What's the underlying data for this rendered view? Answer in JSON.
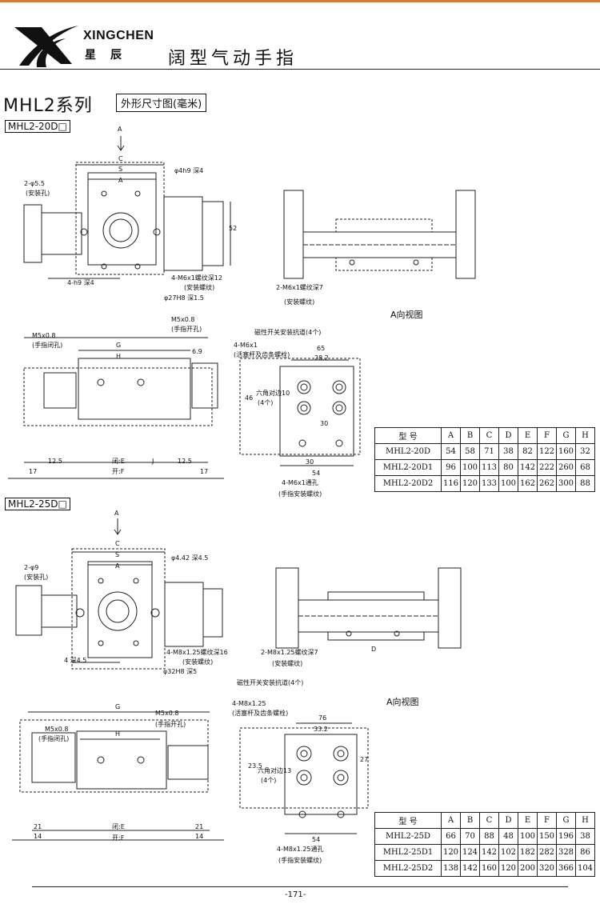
{
  "header": {
    "brand": "XINGCHEN",
    "brand_cn": "星辰",
    "title": "阔型气动手指"
  },
  "series": {
    "title": "MHL2系列",
    "subtitle": "外形尺寸图(毫米)"
  },
  "section1": {
    "model_tag": "MHL2-20D□",
    "view_label": "A向视图",
    "labels": {
      "arrow_a": "A",
      "mount_holes": "2-φ5.5",
      "mount_holes_note": "(安装孔)",
      "pin_hole": "φ4h9 深4",
      "tap_m6": "4-M6x1螺纹深12",
      "tap_m6_note": "(安装螺纹)",
      "bore": "φ27H8 深1.5",
      "hole4h9": "4-h9 深4",
      "tap_side": "2-M6x1螺纹深7",
      "tap_side_note": "(安装螺纹)",
      "m5_close": "M5x0.8",
      "m5_close_note": "(手指闭孔)",
      "m5_open": "M5x0.8",
      "m5_open_note": "(手指开孔)",
      "switch_groove": "磁性开关安装抗道(4个)",
      "piston_tap": "4-M6x1",
      "piston_note": "(活塞杆及齿条螺栓)",
      "hex": "六角对边10",
      "hex_count": "(4个)",
      "through_tap": "4-M6x1通孔",
      "through_note": "(手指安装螺纹)",
      "closed": "闭:E",
      "open": "开:F",
      "d_s": "S",
      "d_c": "C",
      "d_a": "A",
      "d_g": "G",
      "d_h": "H",
      "d_j": "J",
      "d_65": "65",
      "d_28": "28.2",
      "d_30": "30",
      "d_54": "54",
      "d_17": "17",
      "d_125": "12.5",
      "d_52": "52",
      "d_69": "6.9",
      "d_46": "46"
    },
    "table": {
      "headers": [
        "型  号",
        "A",
        "B",
        "C",
        "D",
        "E",
        "F",
        "G",
        "H"
      ],
      "rows": [
        [
          "MHL2-20D",
          "54",
          "58",
          "71",
          "38",
          "82",
          "122",
          "160",
          "32"
        ],
        [
          "MHL2-20D1",
          "96",
          "100",
          "113",
          "80",
          "142",
          "222",
          "260",
          "68"
        ],
        [
          "MHL2-20D2",
          "116",
          "120",
          "133",
          "100",
          "162",
          "262",
          "300",
          "88"
        ]
      ]
    }
  },
  "section2": {
    "model_tag": "MHL2-25D□",
    "view_label": "A向视图",
    "labels": {
      "arrow_a": "A",
      "mount_holes": "2-φ9",
      "mount_holes_note": "(安装孔)",
      "pin_hole": "φ4.42 深4.5",
      "tap_m8": "4-M8x1.25螺纹深16",
      "tap_m8_note": "(安装螺纹)",
      "bore": "φ32H8 深5",
      "hole_depth": "4 深4.5",
      "tap_side": "2-M8x1.25螺纹深7",
      "tap_side_note": "(安装螺纹)",
      "m5_close": "M5x0.8",
      "m5_close_note": "(手指闭孔)",
      "m5_open": "M5x0.8",
      "m5_open_note": "(手指开孔)",
      "switch_groove": "磁性开关安装抗道(4个)",
      "piston_tap": "4-M8x1.25",
      "piston_note": "(活塞杆及齿条螺栓)",
      "hex": "六角对边13",
      "hex_count": "(4个)",
      "through_tap": "4-M8x1.25通孔",
      "through_note": "(手指安装螺纹)",
      "closed": "闭:E",
      "open": "开:F",
      "d_s": "S",
      "d_c": "C",
      "d_a": "A",
      "d_g": "G",
      "d_h": "H",
      "d_d": "D",
      "d_76": "76",
      "d_332": "33.2",
      "d_54": "54",
      "d_21": "21",
      "d_14": "14",
      "d_27": "27",
      "d_235": "23.5"
    },
    "table": {
      "headers": [
        "型  号",
        "A",
        "B",
        "C",
        "D",
        "E",
        "F",
        "G",
        "H"
      ],
      "rows": [
        [
          "MHL2-25D",
          "66",
          "70",
          "88",
          "48",
          "100",
          "150",
          "196",
          "38"
        ],
        [
          "MHL2-25D1",
          "120",
          "124",
          "142",
          "102",
          "182",
          "282",
          "328",
          "86"
        ],
        [
          "MHL2-25D2",
          "138",
          "142",
          "160",
          "120",
          "200",
          "320",
          "366",
          "104"
        ]
      ]
    }
  },
  "page_number": "-171-"
}
